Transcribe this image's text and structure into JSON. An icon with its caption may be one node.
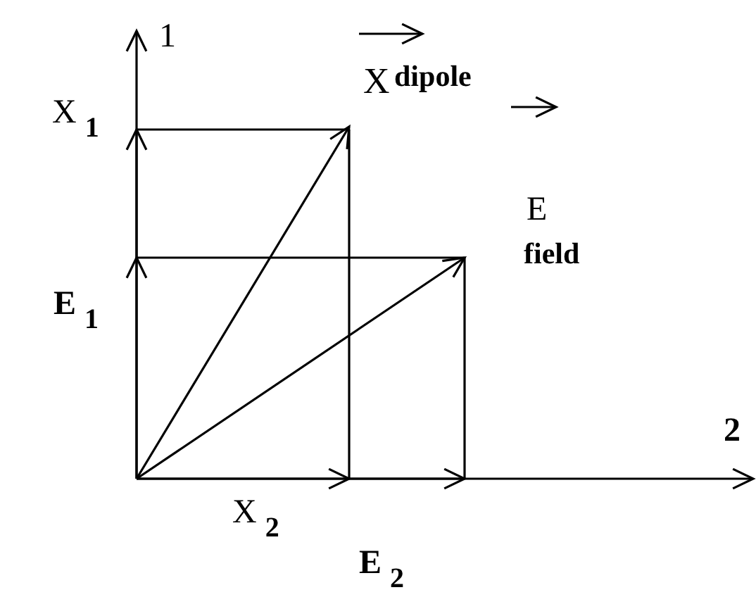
{
  "diagram": {
    "labels": [
      "1",
      "X",
      "dipole",
      "X$_{1}$",
      "E",
      "field",
      "E$_{1}$",
      "2",
      "X$_{2}$",
      "E$_{2}$"
    ]
  }
}
